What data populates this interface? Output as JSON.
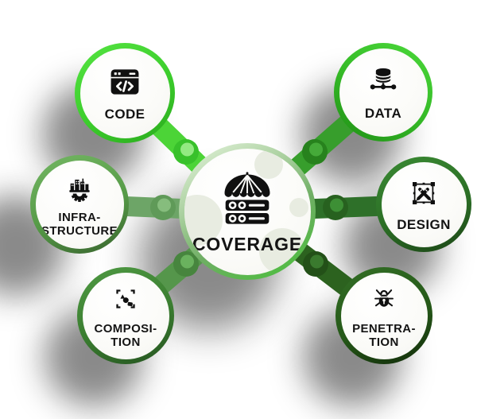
{
  "diagram": {
    "title": "Coverage diagram",
    "center": {
      "label": "COVERAGE",
      "icon": "umbrella-servers-icon"
    },
    "nodes": {
      "code": {
        "label": "CODE",
        "icon": "code-window-icon"
      },
      "data": {
        "label": "DATA",
        "icon": "database-network-icon"
      },
      "infrastructure": {
        "line1": "INFRA-",
        "line2": "STRUCTURE",
        "icon": "city-gear-icon"
      },
      "design": {
        "label": "DESIGN",
        "icon": "design-tools-icon"
      },
      "composition": {
        "line1": "COMPOSI-",
        "line2": "TION",
        "icon": "shapes-crop-icon"
      },
      "penetration": {
        "line1": "PENETRA-",
        "line2": "TION",
        "icon": "bug-lock-icon"
      }
    },
    "colors": {
      "bright_green": "#3ccd2c",
      "forest_green": "#34b826",
      "sage_green": "#6da567",
      "mid_green": "#55964b",
      "dark_green": "#2e7029",
      "darkest_green": "#2c621f",
      "center_ring_green": "#6fae64",
      "icon_black": "#101010",
      "text_black": "#141414",
      "circle_fill": "#fbfbf9",
      "decor_blob": "#e8ece1"
    }
  }
}
